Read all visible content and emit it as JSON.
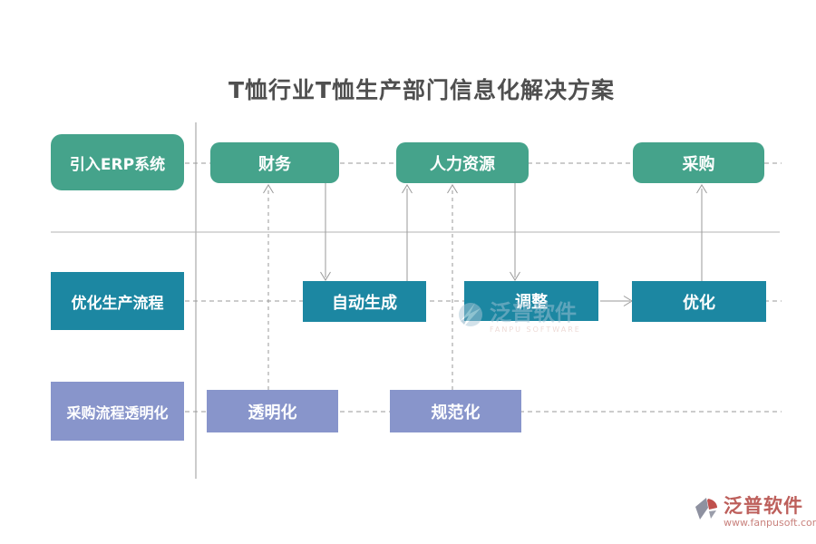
{
  "title": "T恤行业T恤生产部门信息化解决方案",
  "lanes": [
    {
      "label": "引入ERP系统",
      "color": "#45a38b",
      "nodes": [
        "财务",
        "人力资源",
        "采购"
      ]
    },
    {
      "label": "优化生产流程",
      "color": "#1c87a2",
      "nodes": [
        "自动生成",
        "调整",
        "优化"
      ]
    },
    {
      "label": "采购流程透明化",
      "color": "#8895cb",
      "nodes": [
        "透明化",
        "规范化"
      ]
    }
  ],
  "watermark": {
    "text": "泛普软件",
    "subtext": "FANPU SOFTWARE"
  },
  "footer": {
    "brand": "泛普软件",
    "url": "www.fanpusoft.com"
  },
  "colors": {
    "lane1_green": "#45a38b",
    "lane2_teal": "#1c87a2",
    "lane3_lavender": "#8895cb",
    "line_gray": "#999999",
    "title_gray": "#4f4f4f",
    "brand_red": "#bd5f5b"
  }
}
